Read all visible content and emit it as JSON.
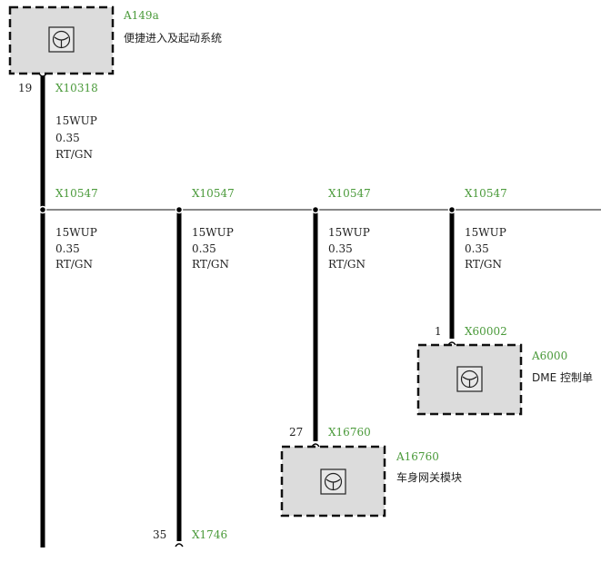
{
  "colors": {
    "wire": "#000000",
    "bus": "#888888",
    "label_green": "#4a9a3a",
    "box_fill": "#dcdcdc"
  },
  "modules": [
    {
      "id": "A149a",
      "name": "便捷进入及起动系统",
      "connector": "X10318",
      "pin": "19",
      "icon": "control-unit-icon"
    },
    {
      "id": "A6000",
      "name": "DME 控制单",
      "connector": "X60002",
      "pin": "1",
      "icon": "control-unit-icon"
    },
    {
      "id": "A16760",
      "name": "车身网关模块",
      "connector": "X16760",
      "pin": "27",
      "icon": "control-unit-icon"
    }
  ],
  "end_connector": {
    "connector": "X1746",
    "pin": "35"
  },
  "top_wire": {
    "signal": "15WUP",
    "gauge": "0.35",
    "color": "RT/GN"
  },
  "splices": [
    {
      "id": "X10547",
      "signal": "15WUP",
      "gauge": "0.35",
      "color": "RT/GN"
    },
    {
      "id": "X10547",
      "signal": "15WUP",
      "gauge": "0.35",
      "color": "RT/GN"
    },
    {
      "id": "X10547",
      "signal": "15WUP",
      "gauge": "0.35",
      "color": "RT/GN"
    },
    {
      "id": "X10547",
      "signal": "15WUP",
      "gauge": "0.35",
      "color": "RT/GN"
    }
  ]
}
